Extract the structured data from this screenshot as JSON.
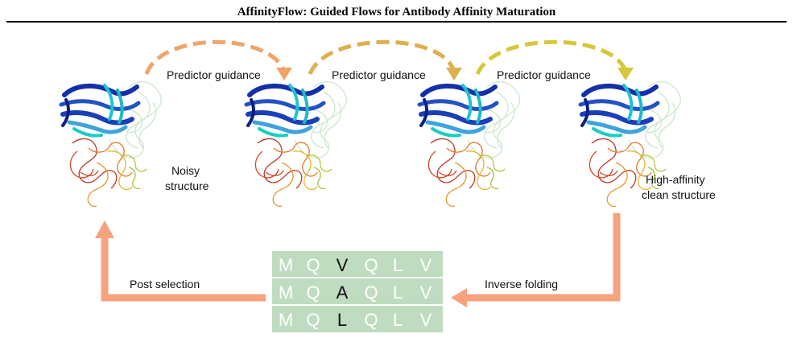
{
  "header": {
    "title": "AffinityFlow: Guided Flows for Antibody Affinity Maturation"
  },
  "figure": {
    "guidance_labels": [
      "Predictor guidance",
      "Predictor guidance",
      "Predictor guidance"
    ],
    "noisy_label": [
      "Noisy",
      "structure"
    ],
    "clean_label": [
      "High-affinity",
      "clean structure"
    ],
    "inverse_folding_label": "Inverse folding",
    "post_selection_label": "Post selection",
    "sequences": [
      [
        "M",
        "Q",
        "V",
        "Q",
        "L",
        "V"
      ],
      [
        "M",
        "Q",
        "A",
        "Q",
        "L",
        "V"
      ],
      [
        "M",
        "Q",
        "L",
        "Q",
        "L",
        "V"
      ]
    ],
    "mutated_position_index": 2,
    "colors": {
      "arrow_1": "#EFA56A",
      "arrow_2": "#DDB050",
      "arrow_3": "#D6C83A",
      "cycle_arrow": "#F7A27E",
      "sequence_box": "#BFDCC0",
      "mutation_text": "#111111",
      "sequence_text": "#ffffff"
    }
  }
}
